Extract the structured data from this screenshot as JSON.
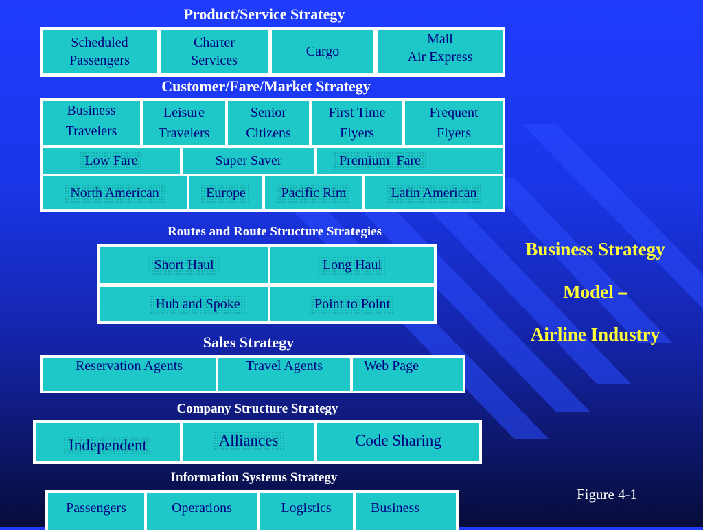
{
  "product_service": {
    "title": "Product/Service Strategy",
    "items": [
      "Scheduled\nPassengers",
      "Charter\nServices",
      "Cargo",
      "Mail\nAir Express"
    ]
  },
  "customer_fare_market": {
    "title": "Customer/Fare/Market Strategy",
    "customers": [
      "Business\nTravelers",
      "Leisure\nTravelers",
      "Senior\nCitizens",
      "First Time\nFlyers",
      "Frequent\nFlyers"
    ],
    "fares": [
      "Low Fare",
      "Super Saver",
      "Premium  Fare"
    ],
    "markets": [
      "North American",
      "Europe",
      "Pacific Rim",
      "Latin American"
    ]
  },
  "routes": {
    "title": "Routes and Route Structure Strategies",
    "length": [
      "Short Haul",
      "Long Haul"
    ],
    "structure": [
      "Hub and Spoke",
      "Point to Point"
    ]
  },
  "sales": {
    "title": "Sales Strategy",
    "items": [
      "Reservation Agents",
      "Travel Agents",
      "Web Page"
    ]
  },
  "company_structure": {
    "title": "Company Structure Strategy",
    "items": [
      "Independent",
      "Alliances",
      "Code Sharing"
    ]
  },
  "information_systems": {
    "title": "Information Systems Strategy",
    "items": [
      "Passengers",
      "Operations",
      "Logistics",
      "Business"
    ]
  },
  "side_title": {
    "line1": "Business Strategy",
    "line2": "Model –",
    "line3": "Airline Industry"
  },
  "figure_label": "Figure 4-1",
  "colors": {
    "background": "#1f3cff",
    "cell": "#1ec8c8",
    "cell_text": "#000080",
    "heading": "#ffffff",
    "side_title": "#ffff33"
  }
}
